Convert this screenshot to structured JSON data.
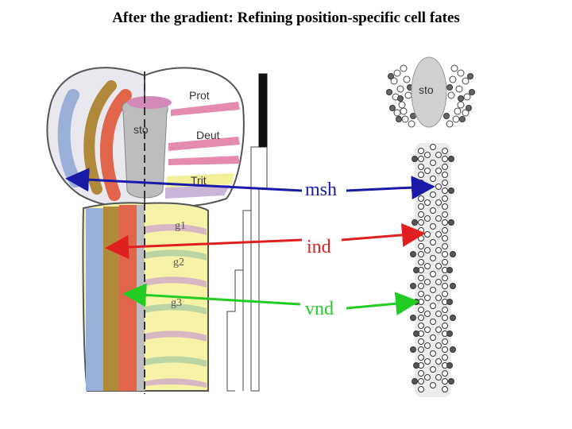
{
  "title": "After the gradient:  Refining position-specific cell fates",
  "embryo_labels": {
    "prot": "Prot",
    "deut": "Deut",
    "trit": "Trit",
    "sto": "sto",
    "g1": "g1",
    "g2": "g2",
    "g3": "g3"
  },
  "genes": [
    {
      "name": "msh",
      "color": "#1a1aa8"
    },
    {
      "name": "ind",
      "color": "#e02020"
    },
    {
      "name": "vnd",
      "color": "#22cc22"
    }
  ],
  "cns_label": "sto"
}
